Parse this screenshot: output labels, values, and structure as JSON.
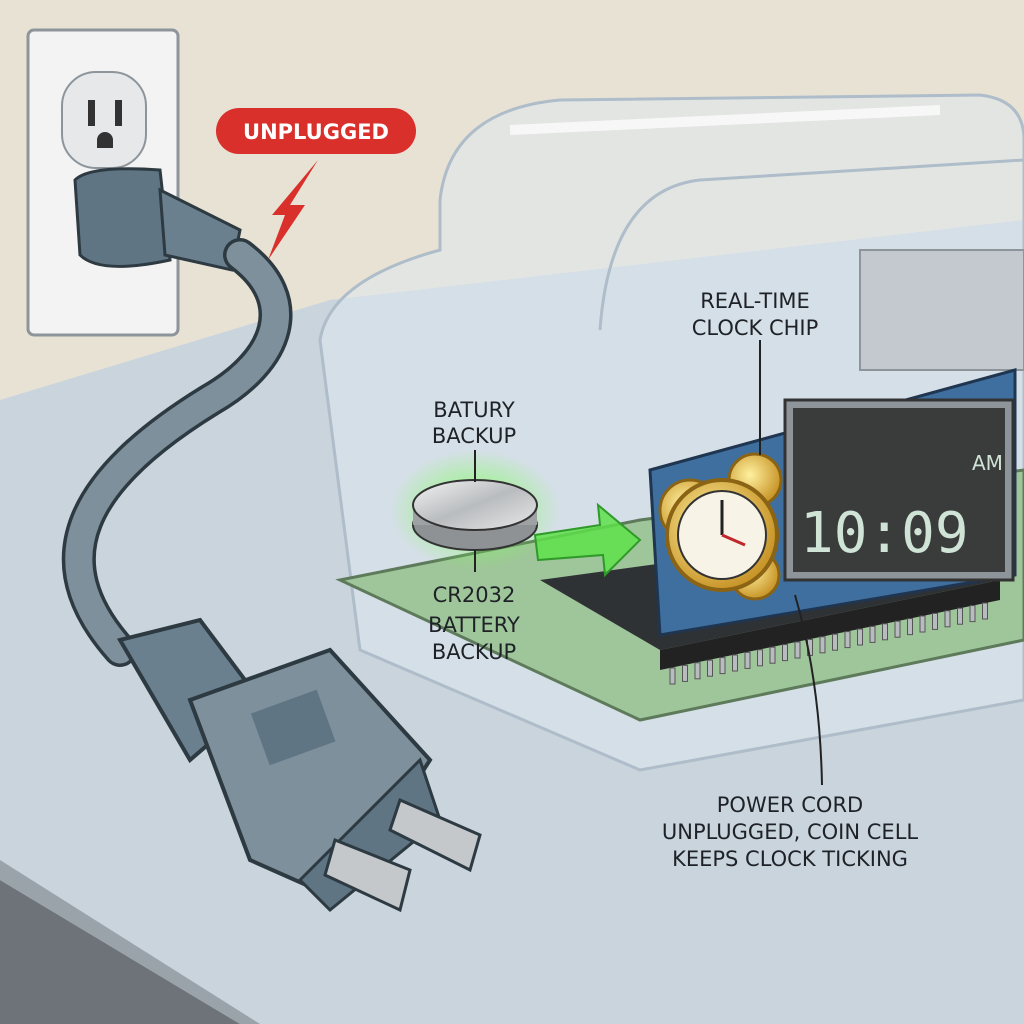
{
  "colors": {
    "wall": "#e8e2d4",
    "desk": "#c9d4dd",
    "desk_edge": "#6d7378",
    "alert_red": "#d9302c",
    "glow_green": "#5ee04a",
    "pcb": "#9fc59a",
    "display_bg": "#3a3c3c",
    "chip_board": "#3f6f9e"
  },
  "callouts": {
    "unplugged": "UNPLUGGED",
    "rtc_chip": [
      "REAL-TIME",
      "CLOCK CHIP"
    ],
    "battery_top": [
      "BATURY",
      "BACKUP"
    ],
    "battery_bottom": [
      "CR2032",
      "BATTERY",
      "BACKUP"
    ],
    "caption": [
      "POWER CORD",
      "UNPLUGGED, COIN CELL",
      "KEEPS CLOCK TICKING"
    ]
  },
  "display": {
    "time": "10:09",
    "meridiem": "AM"
  },
  "icons": [
    "wall-outlet-icon",
    "lightning-bolt-icon",
    "power-plug-icon",
    "coin-cell-battery-icon",
    "arrow-right-icon",
    "analog-clock-icon",
    "gear-icon",
    "chip-icon"
  ]
}
